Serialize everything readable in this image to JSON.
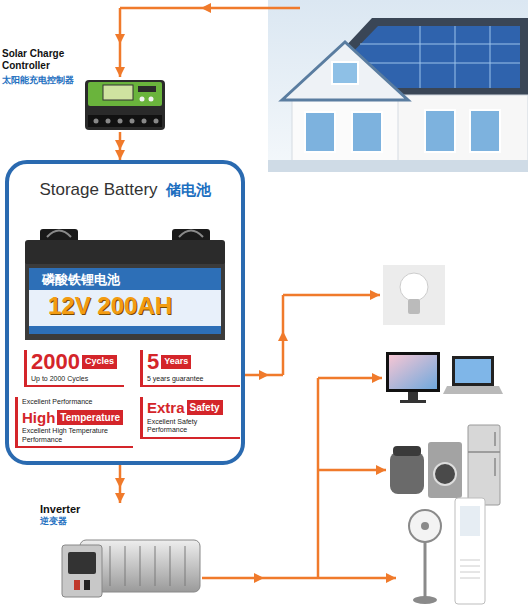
{
  "diagram": {
    "nodes": [
      {
        "text": [
          "Solar Charge Controller",
          "太阳能充电控制器"
        ]
      },
      {
        "text": [
          "Storage Battery",
          "储电池"
        ]
      },
      {
        "text": [
          "2000",
          "Cycles",
          "Up to 2000 Cycles"
        ],
        "in": 1
      },
      {
        "text": [
          "5",
          "Years",
          "5 years guarantee"
        ],
        "in": 1
      },
      {
        "text": [
          "Excellent Performance",
          "High",
          "Temperature",
          "Excellent High Temperature Performance"
        ],
        "in": 1
      },
      {
        "text": [
          "Extra",
          "Safety",
          "Excellent Safety Performance"
        ],
        "in": 1
      },
      {
        "text": [
          "Inverter",
          "逆变器"
        ]
      }
    ],
    "edges": [
      {
        "from": 0,
        "to": 1,
        "arrow": "to"
      },
      {
        "from": 1,
        "to": 6,
        "arrow": "to"
      }
    ],
    "labels": [
      "磷酸铁锂电池",
      "12V 200AH"
    ]
  }
}
